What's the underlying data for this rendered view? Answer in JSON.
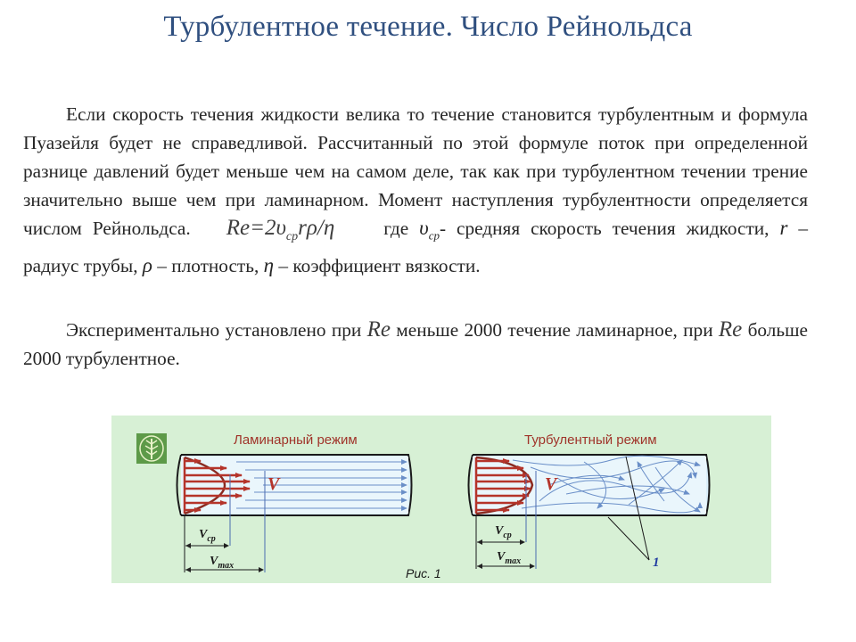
{
  "slide": {
    "title": "Турбулентное течение. Число Рейнольдса"
  },
  "paragraph1": {
    "text_a": "Если скорость течения жидкости велика то течение становится турбулентным и формула Пуазейля будет не справедливой. Рассчитанный по этой формуле поток при определенной разнице давлений будет меньше чем на самом деле, так как при турбулентном течении трение значительно выше чем при ламинарном. Момент наступления турбулентности определяется числом Рейнольдса.",
    "formula_main": "Re=2υ",
    "formula_sub": "ср",
    "formula_rest": "rρ/η",
    "where_label": "где",
    "v_symbol": "υ",
    "v_sub": "ср",
    "text_b": "- средняя скорость течения жидкости,",
    "r_symbol": "r",
    "text_c": "– радиус трубы,",
    "rho_symbol": "ρ",
    "text_d": "– плотность,",
    "eta_symbol": "η",
    "text_e": "– коэффициент вязкости."
  },
  "paragraph2": {
    "text_a": "Экспериментально установлено при",
    "re_symbol": "Re",
    "text_b": "меньше 2000 течение ламинарное, при",
    "text_c": "больше 2000 турбулентное."
  },
  "figure": {
    "laminar_title": "Ламинарный режим",
    "turbulent_title": "Турбулентный режим",
    "v_label": "V",
    "v_cp_main": "V",
    "v_cp_sub": "ср",
    "v_max_main": "V",
    "v_max_sub": "max",
    "marker_label": "1",
    "caption": "Рис. 1",
    "icon": "wheat-emblem-icon",
    "colors": {
      "background": "#d7f0d5",
      "arrows": "#b5342a",
      "flow_lines": "#6a8fc8",
      "title_text": "#a0342a",
      "marker": "#1f3aa0"
    }
  }
}
